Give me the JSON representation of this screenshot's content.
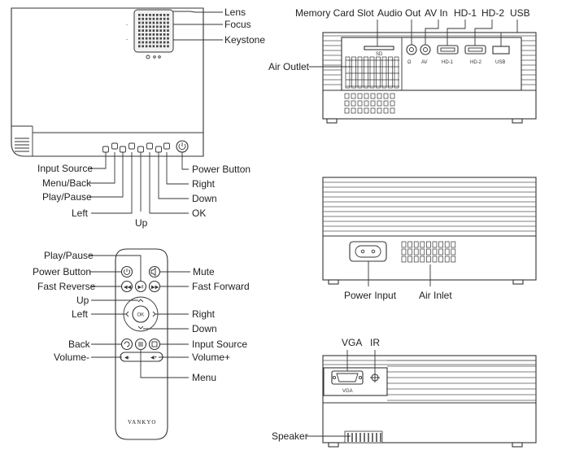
{
  "top_view": {
    "labels": {
      "lens": "Lens",
      "focus": "Focus",
      "keystone": "Keystone",
      "input_source": "Input Source",
      "menu_back": "Menu/Back",
      "play_pause": "Play/Pause",
      "left": "Left",
      "up": "Up",
      "ok": "OK",
      "down": "Down",
      "right": "Right",
      "power_button": "Power Button"
    }
  },
  "rear_view": {
    "labels": {
      "memory_card_slot": "Memory Card Slot",
      "audio_out": "Audio Out",
      "av_in": "AV In",
      "hd1": "HD-1",
      "hd2": "HD-2",
      "usb": "USB",
      "air_outlet": "Air Outlet"
    },
    "port_text": {
      "sd": "SD",
      "av": "AV",
      "hd1": "HD-1",
      "hd2": "HD-2",
      "usb": "USB"
    }
  },
  "side_view": {
    "labels": {
      "power_input": "Power Input",
      "air_inlet": "Air Inlet"
    }
  },
  "front_view": {
    "labels": {
      "vga": "VGA",
      "ir": "IR",
      "speaker": "Speaker"
    },
    "port_text": {
      "vga": "VGA"
    }
  },
  "remote": {
    "labels": {
      "play_pause": "Play/Pause",
      "power_button": "Power Button",
      "mute": "Mute",
      "fast_reverse": "Fast Reverse",
      "fast_forward": "Fast Forward",
      "up": "Up",
      "left": "Left",
      "right": "Right",
      "down": "Down",
      "back": "Back",
      "input_source": "Input Source",
      "volume_minus": "Volume-",
      "volume_plus": "Volume+",
      "menu": "Menu"
    },
    "ok_text": "OK",
    "brand": "VANKYO"
  }
}
